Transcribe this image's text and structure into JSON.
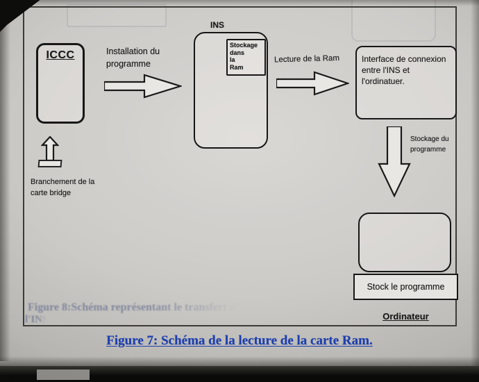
{
  "figure": {
    "caption": "Figure 7: Schéma de la lecture de la carte Ram.",
    "caption_color": "#1d3fae"
  },
  "diagram": {
    "iccc_label": "ICCC",
    "install_label": "Installation du programme",
    "ins_label": "INS",
    "ram_label": "Stockage\ndans\nla\nRam",
    "lecture_label": "Lecture de la Ram",
    "interface_label": "Interface de connexion entre l'INS et l'ordinatuer.",
    "stockage_label": "Stockage du programme",
    "stock_label": "Stock le programme",
    "ordinateur_label": "Ordinateur",
    "branchement_label": "Branchement de la carte bridge"
  },
  "ghost_text": {
    "figure8_line1": "Figure 8:Schéma représentant le transfert du n",
    "figure8_line2": "l'INS"
  },
  "colors": {
    "ink": "#1a1a1a",
    "caption_blue": "#1d3fae"
  }
}
